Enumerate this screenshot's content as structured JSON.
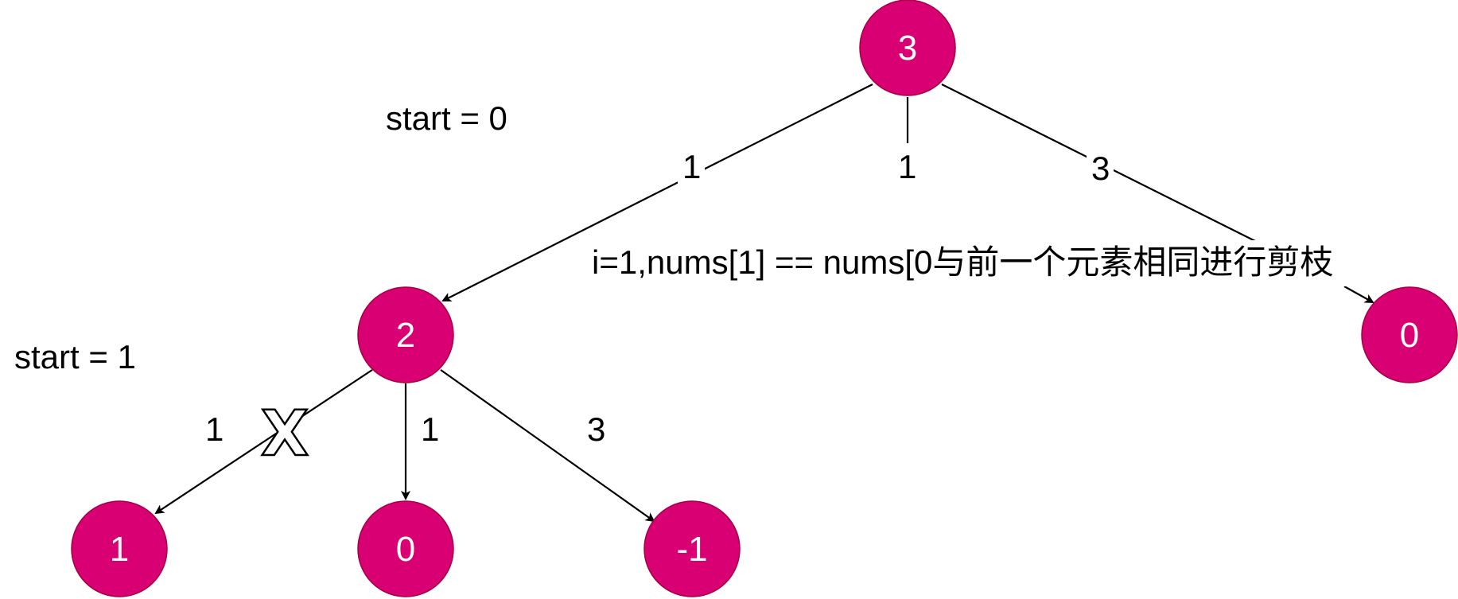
{
  "annotations": {
    "start_top": "start = 0",
    "start_left": "start = 1",
    "prune_note": "i=1,nums[1] == nums[0与前一个元素相同进行剪枝"
  },
  "nodes": {
    "root": "3",
    "left": "2",
    "right": "0",
    "ll": "1",
    "lm": "0",
    "lr": "-1"
  },
  "edges": {
    "root_left": "1",
    "root_mid": "1",
    "root_right": "3",
    "left_ll": "1",
    "left_lm": "1",
    "left_lr": "3"
  },
  "pruned_mark": "X",
  "colors": {
    "node_fill": "#d80073",
    "node_stroke": "#a50040",
    "edge": "#000000"
  }
}
